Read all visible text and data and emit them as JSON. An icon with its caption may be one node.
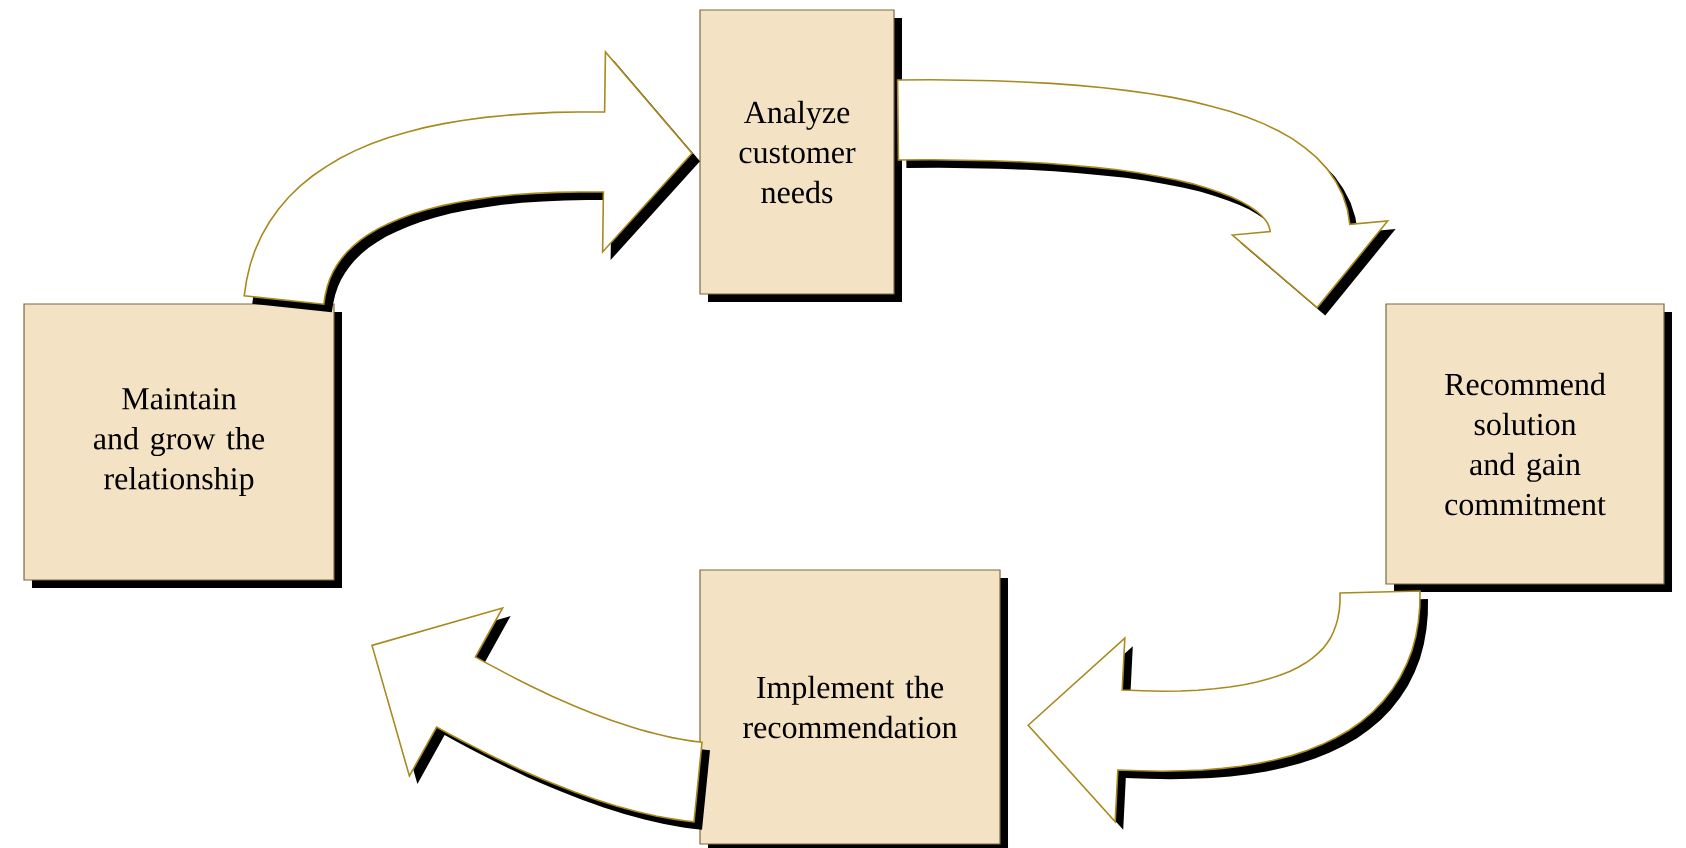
{
  "diagram": {
    "nodes": [
      {
        "text": [
          "Analyze customer needs"
        ]
      },
      {
        "text": [
          "Recommend solution and gain commitment"
        ]
      },
      {
        "text": [
          "Implement the recommendation"
        ]
      },
      {
        "text": [
          "Maintain and grow the relationship"
        ]
      }
    ],
    "edges": [
      {
        "from": 3,
        "to": 0,
        "arrow": "to"
      },
      {
        "from": 0,
        "to": 1,
        "arrow": "to"
      },
      {
        "from": 1,
        "to": 2,
        "arrow": "to"
      },
      {
        "from": 2,
        "to": 3,
        "arrow": "to"
      }
    ]
  }
}
